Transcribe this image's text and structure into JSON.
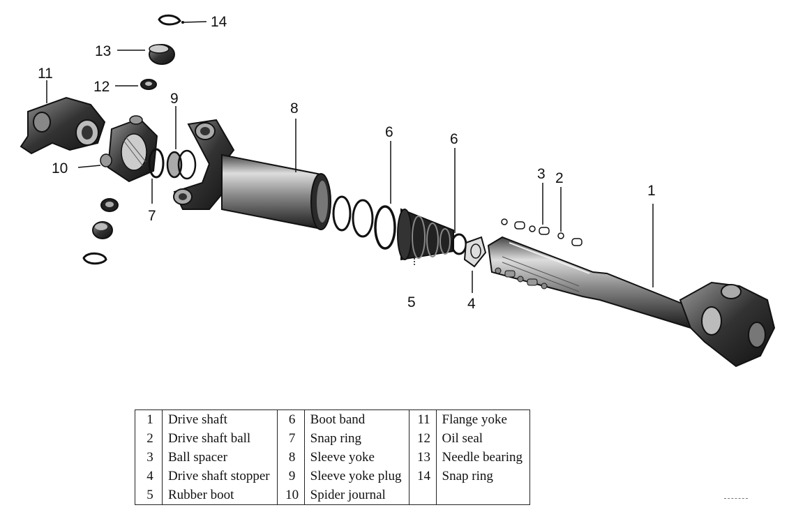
{
  "callouts": [
    {
      "id": "1",
      "label": "1"
    },
    {
      "id": "2",
      "label": "2"
    },
    {
      "id": "3",
      "label": "3"
    },
    {
      "id": "4",
      "label": "4"
    },
    {
      "id": "5",
      "label": "5"
    },
    {
      "id": "6a",
      "label": "6"
    },
    {
      "id": "6b",
      "label": "6"
    },
    {
      "id": "7",
      "label": "7"
    },
    {
      "id": "8",
      "label": "8"
    },
    {
      "id": "9",
      "label": "9"
    },
    {
      "id": "10",
      "label": "10"
    },
    {
      "id": "11",
      "label": "11"
    },
    {
      "id": "12",
      "label": "12"
    },
    {
      "id": "13",
      "label": "13"
    },
    {
      "id": "14",
      "label": "14"
    }
  ],
  "legend": {
    "rows": [
      [
        {
          "num": "1",
          "name": "Drive shaft"
        },
        {
          "num": "6",
          "name": "Boot band"
        },
        {
          "num": "11",
          "name": "Flange yoke"
        }
      ],
      [
        {
          "num": "2",
          "name": "Drive shaft ball"
        },
        {
          "num": "7",
          "name": "Snap ring"
        },
        {
          "num": "12",
          "name": "Oil seal"
        }
      ],
      [
        {
          "num": "3",
          "name": "Ball spacer"
        },
        {
          "num": "8",
          "name": "Sleeve yoke"
        },
        {
          "num": "13",
          "name": "Needle bearing"
        }
      ],
      [
        {
          "num": "4",
          "name": "Drive shaft stopper"
        },
        {
          "num": "9",
          "name": "Sleeve yoke plug"
        },
        {
          "num": "14",
          "name": "Snap ring"
        }
      ],
      [
        {
          "num": "5",
          "name": "Rubber boot"
        },
        {
          "num": "10",
          "name": "Spider journal"
        },
        {
          "num": "",
          "name": ""
        }
      ]
    ]
  }
}
